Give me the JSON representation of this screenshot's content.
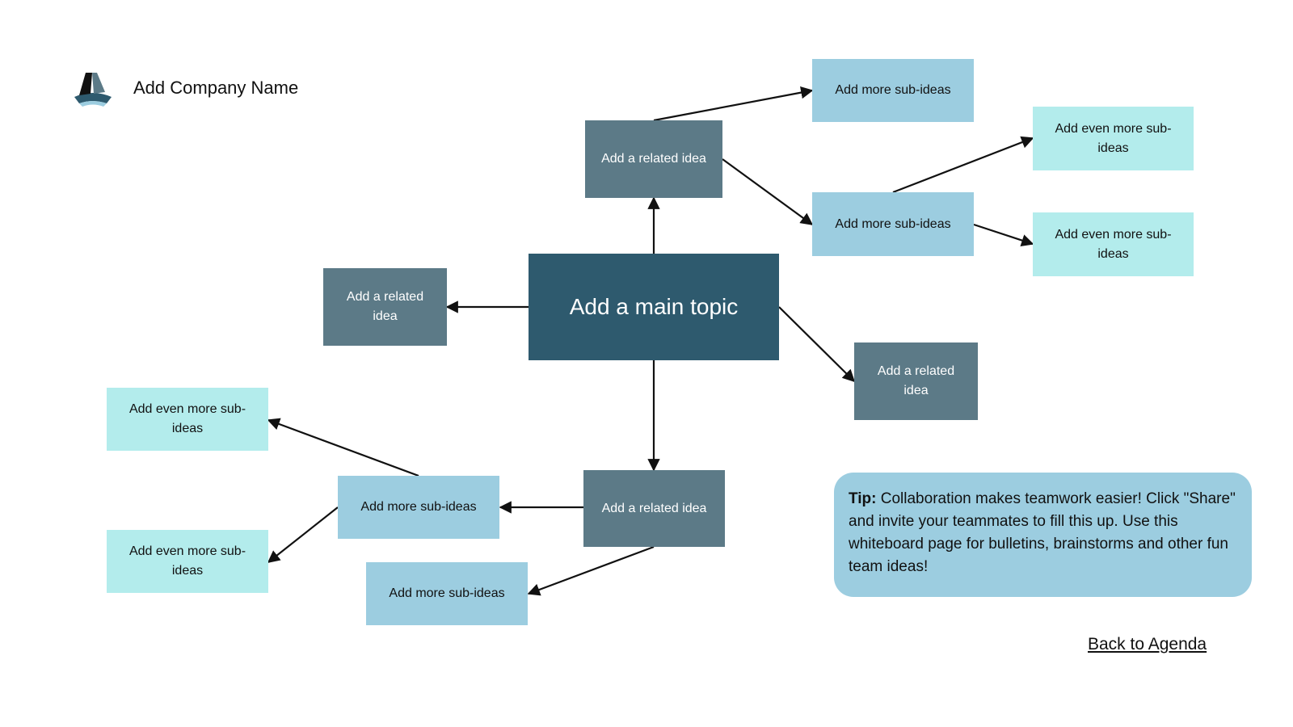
{
  "header": {
    "company_name": "Add Company Name"
  },
  "mindmap": {
    "main_topic": "Add a main topic",
    "related_ideas": [
      "Add a related idea",
      "Add a related idea",
      "Add a related idea",
      "Add a related idea"
    ],
    "sub_ideas": [
      "Add more sub-ideas",
      "Add more sub-ideas",
      "Add more sub-ideas",
      "Add more sub-ideas"
    ],
    "even_more_sub_ideas": [
      "Add even more sub-ideas",
      "Add even more sub-ideas",
      "Add even more sub-ideas",
      "Add even more sub-ideas"
    ]
  },
  "tip": {
    "label": "Tip:",
    "text": " Collaboration makes teamwork easier! Click \"Share\" and invite your teammates to fill this up. Use this whiteboard page for bulletins, brainstorms and other fun team ideas!"
  },
  "footer": {
    "back_link": "Back to Agenda"
  },
  "colors": {
    "main_topic": "#2e5a6e",
    "related_idea": "#5c7a87",
    "sub_idea": "#9ccde0",
    "even_more": "#b3ecec",
    "tip_background": "#9ccde0"
  }
}
